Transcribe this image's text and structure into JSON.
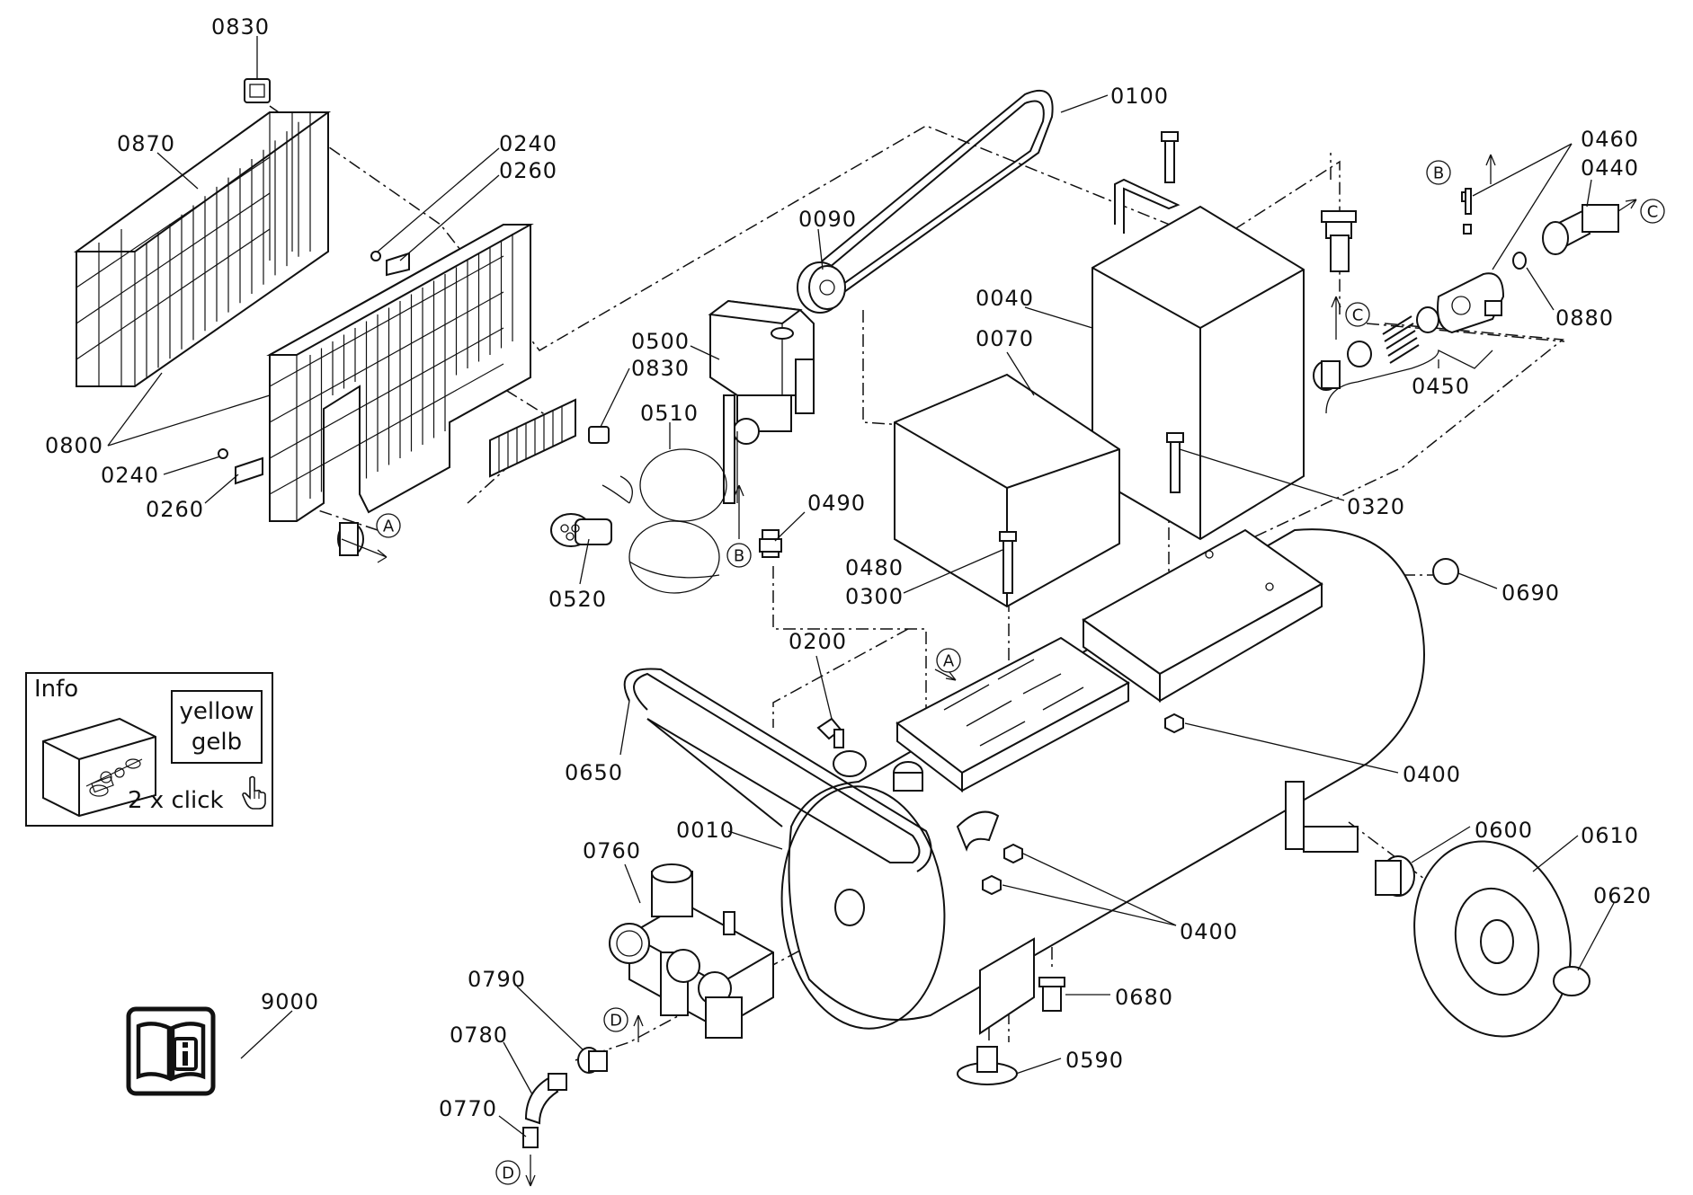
{
  "labels": {
    "p0830a": "0830",
    "p0870": "0870",
    "p0240a": "0240",
    "p0260a": "0260",
    "p0800": "0800",
    "p0240b": "0240",
    "p0260b": "0260",
    "p0090": "0090",
    "p0100": "0100",
    "p0500": "0500",
    "p0830b": "0830",
    "p0510": "0510",
    "p0520": "0520",
    "p0490": "0490",
    "p0040": "0040",
    "p0070": "0070",
    "p0460": "0460",
    "p0440": "0440",
    "p0880": "0880",
    "p0450": "0450",
    "p0320": "0320",
    "p0480": "0480",
    "p0300": "0300",
    "p0690": "0690",
    "p0200": "0200",
    "p0650": "0650",
    "p0400a": "0400",
    "p0010": "0010",
    "p0760": "0760",
    "p0600": "0600",
    "p0610": "0610",
    "p0620": "0620",
    "p0400b": "0400",
    "p0790": "0790",
    "p0680": "0680",
    "p0780": "0780",
    "p0590": "0590",
    "p0770": "0770",
    "p9000": "9000"
  },
  "markers": {
    "A": "A",
    "B": "B",
    "C": "C",
    "D": "D"
  },
  "info": {
    "title": "Info",
    "color_en": "yellow",
    "color_de": "gelb",
    "click_hint": "2 x click"
  },
  "icons": {
    "manual": "manual-info-icon",
    "hand": "hand-pointer-icon"
  }
}
